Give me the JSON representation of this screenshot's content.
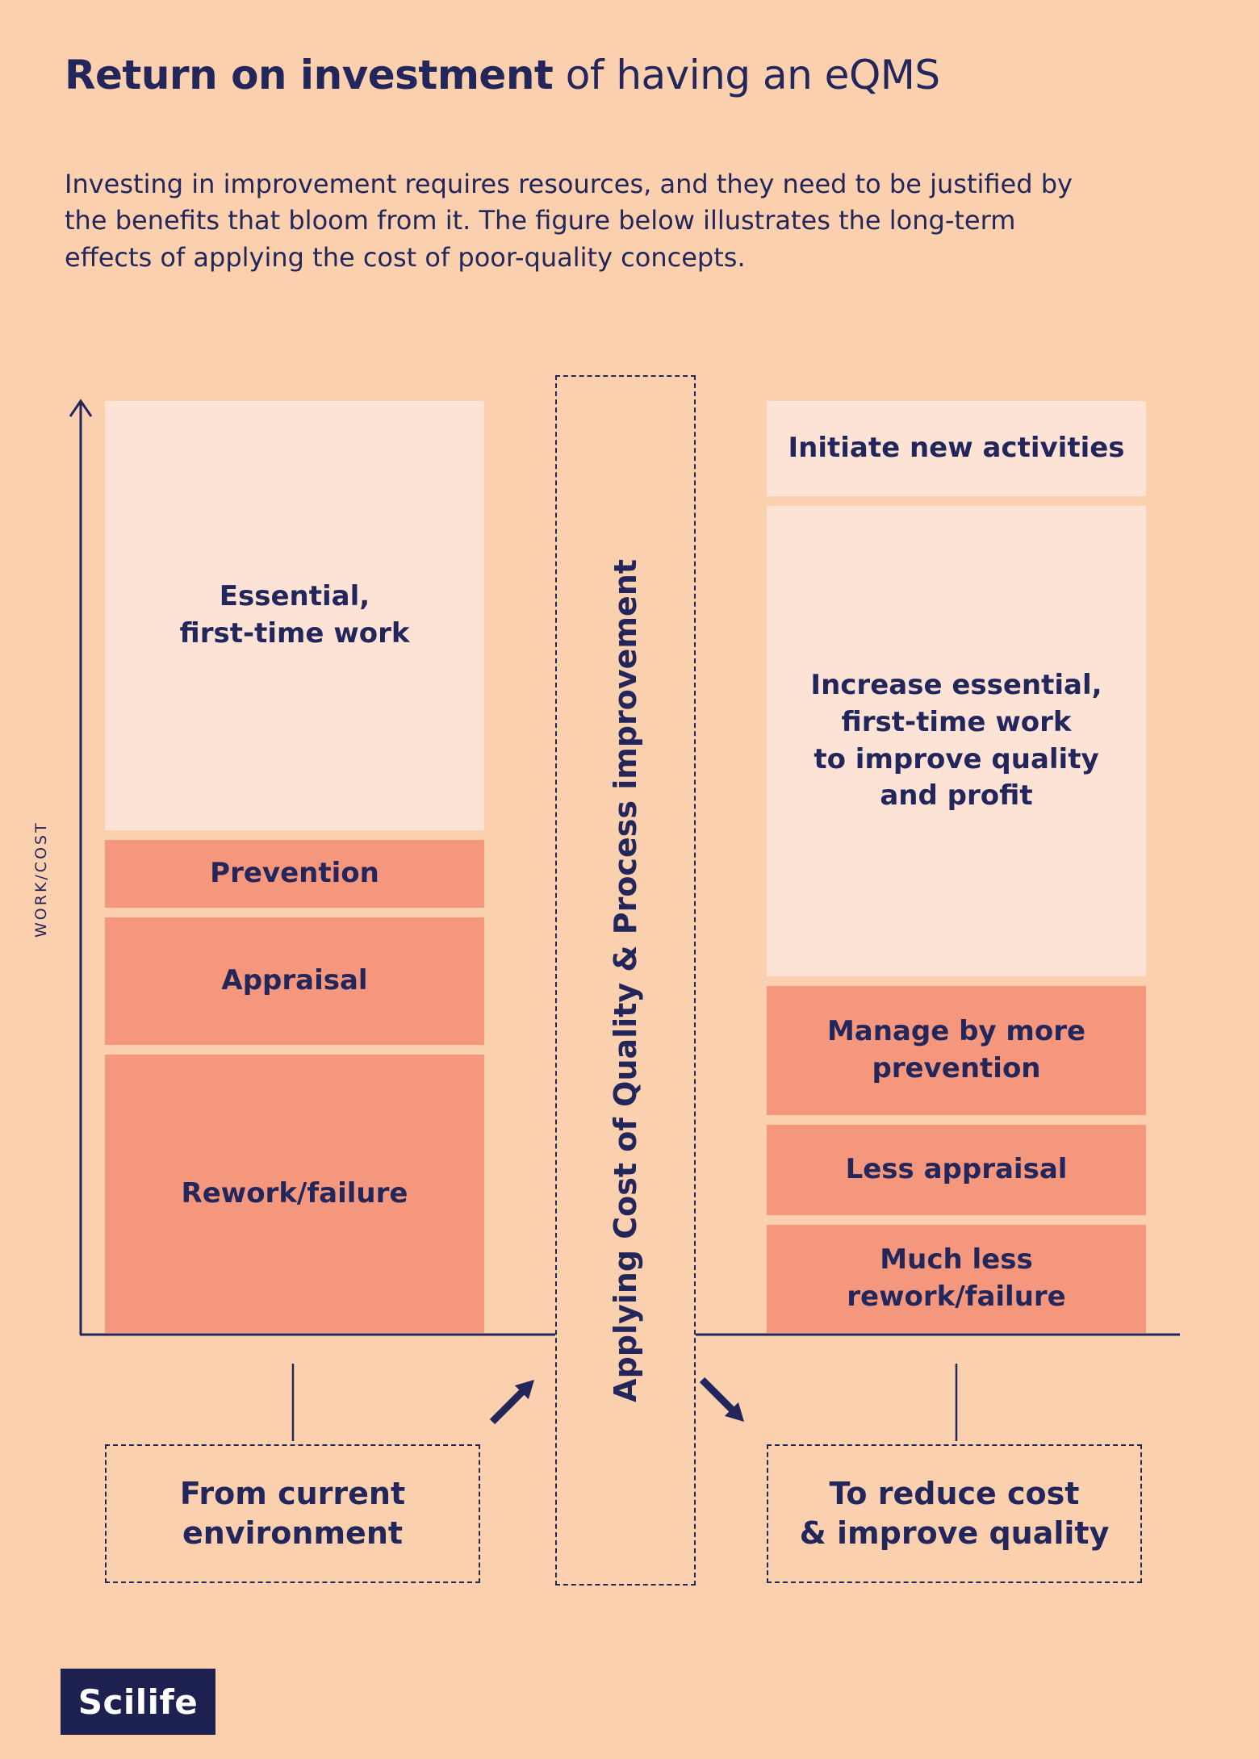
{
  "header": {
    "title_bold": "Return on investment",
    "title_rest": " of having an eQMS",
    "subtitle": "Investing in improvement requires resources, and they need to be justified by\nthe benefits that bloom from it. The figure below illustrates the long-term\neffects of applying the cost of poor-quality concepts."
  },
  "colors": {
    "background": "#fbd0af",
    "light_block": "#fce3d5",
    "salmon_block": "#f4977c",
    "navy": "#23265b",
    "logo_background": "#1c2150",
    "logo_text": "#ffffff"
  },
  "chart_data": {
    "type": "diagram",
    "y_axis_label": "WORK/COST",
    "center_column_label": "Applying Cost of Quality & Process improvement",
    "left_stack": {
      "caption": "From current\nenvironment",
      "blocks": [
        {
          "label": "Essential,\nfirst-time work",
          "tone": "light"
        },
        {
          "label": "Prevention",
          "tone": "salmon"
        },
        {
          "label": "Appraisal",
          "tone": "salmon"
        },
        {
          "label": "Rework/failure",
          "tone": "salmon"
        }
      ]
    },
    "right_stack": {
      "caption": "To reduce cost\n& improve quality",
      "blocks": [
        {
          "label": "Initiate new activities",
          "tone": "light"
        },
        {
          "label": "Increase essential,\nfirst-time work\nto improve quality\nand profit",
          "tone": "light"
        },
        {
          "label": "Manage by more\nprevention",
          "tone": "salmon"
        },
        {
          "label": "Less appraisal",
          "tone": "salmon"
        },
        {
          "label": "Much less\nrework/failure",
          "tone": "salmon"
        }
      ]
    }
  },
  "logo": {
    "text": "Scilife"
  }
}
